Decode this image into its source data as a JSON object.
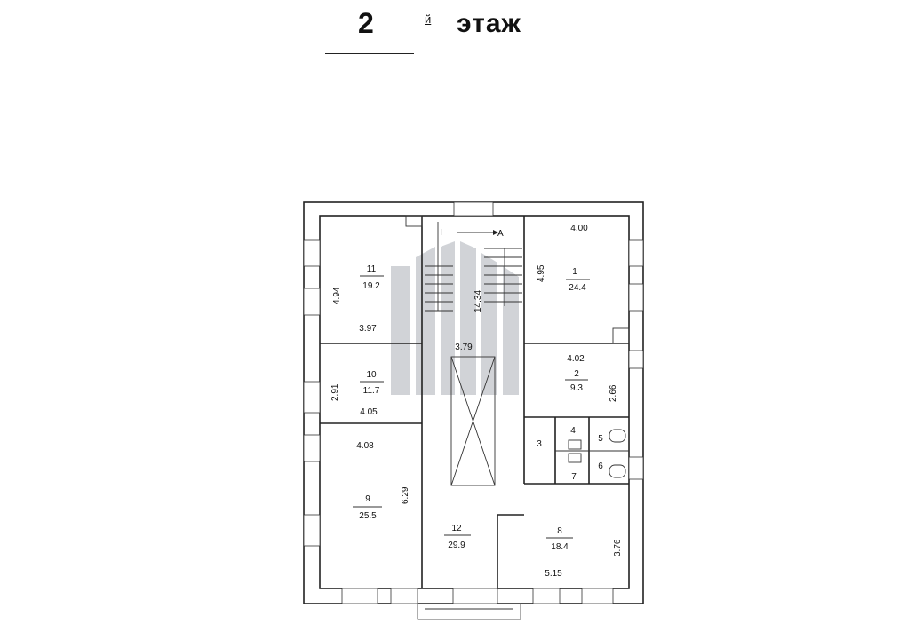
{
  "header": {
    "number": "2",
    "suffix": "й",
    "word": "этаж"
  },
  "plan": {
    "stair_marks": {
      "section": "I",
      "axis": "A"
    },
    "rooms": [
      {
        "num": "1",
        "area": "24.4"
      },
      {
        "num": "2",
        "area": "9.3"
      },
      {
        "num": "3"
      },
      {
        "num": "4"
      },
      {
        "num": "5"
      },
      {
        "num": "6"
      },
      {
        "num": "7"
      },
      {
        "num": "8",
        "area": "18.4"
      },
      {
        "num": "9",
        "area": "25.5"
      },
      {
        "num": "10",
        "area": "11.7"
      },
      {
        "num": "11",
        "area": "19.2"
      },
      {
        "num": "12",
        "area": "29.9"
      }
    ],
    "dimensions": {
      "r1_width": "4.00",
      "r1_height": "4.95",
      "r2_width": "4.02",
      "r2_height": "2.66",
      "r8_height": "3.76",
      "r8_width": "5.15",
      "r9_width": "4.08",
      "r9_height": "6.29",
      "r10_height": "2.91",
      "r10_width": "4.05",
      "r11_height": "4.94",
      "r11_width": "3.97",
      "corridor_length": "14.34",
      "corridor_width": "3.79"
    }
  }
}
